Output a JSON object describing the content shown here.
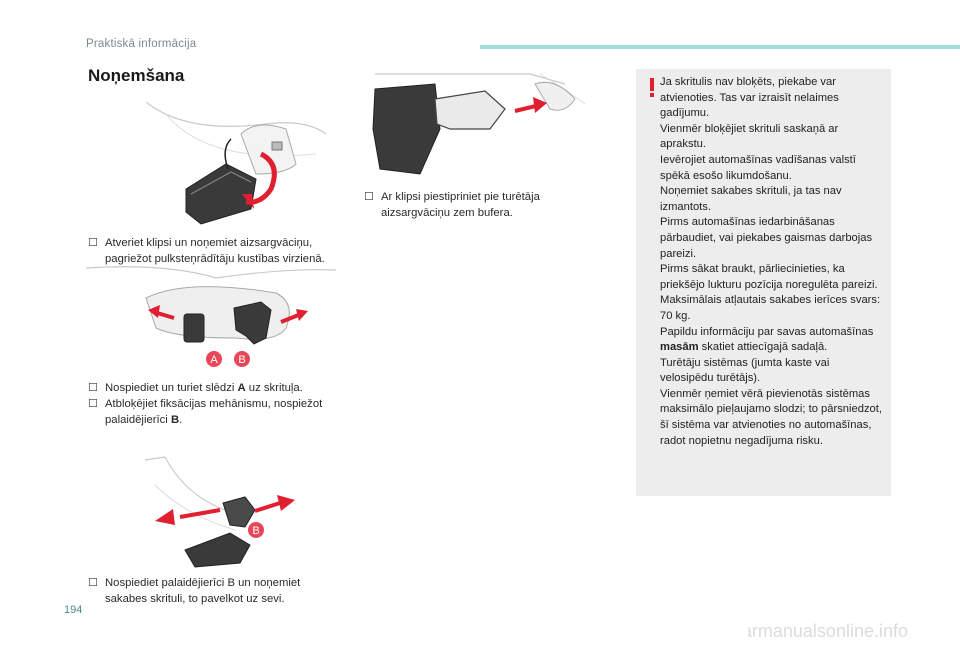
{
  "header": {
    "section": "Praktiskā informācija"
  },
  "title": "Noņemšana",
  "figures": {
    "label_a": "A",
    "label_b": "B",
    "label_b2": "B"
  },
  "step1": {
    "bullet": "",
    "text": "Atveriet klipsi un noņemiet aizsargvāciņu, pagriežot pulksteņrādītāju kustības virzienā."
  },
  "step2": {
    "items": [
      {
        "bullet": "",
        "pre": "Nospiediet un turiet slēdzi ",
        "bold": "A",
        "post": " uz skrituļa."
      },
      {
        "bullet": "",
        "pre": "Atbloķējiet fiksācijas mehānismu, nospiežot palaidējierīci ",
        "bold": "B",
        "post": "."
      }
    ]
  },
  "step3": {
    "bullet": "",
    "text": "Nospiediet palaidējierīci B un noņemiet sakabes skrituli, to pavelkot uz sevi."
  },
  "step4": {
    "bullet": "",
    "text": "Ar klipsi piestipriniet pie turētāja aizsargvāciņu zem bufera."
  },
  "warning": {
    "lines": [
      "Ja skritulis nav bloķēts, piekabe var atvienoties. Tas var izraisīt nelaimes gadījumu.",
      "Vienmēr bloķējiet skrituli saskaņā ar aprakstu.",
      "Ievērojiet automašīnas vadīšanas valstī spēkā esošo likumdošanu.",
      "Noņemiet sakabes skrituli, ja tas nav izmantots.",
      "Pirms automašīnas iedarbināšanas pārbaudiet, vai piekabes gaismas darbojas pareizi.",
      "Pirms sākat braukt, pārliecinieties, ka priekšējo lukturu pozīcija noregulēta pareizi.",
      "Maksimālais atļautais sakabes ierīces svars: 70 kg."
    ],
    "info_pre": "Papildu informāciju par savas automašīnas ",
    "info_bold": "masām",
    "info_post": " skatiet attiecīgajā sadaļā.",
    "lines2": [
      "Turētāju sistēmas (jumta kaste vai velosipēdu turētājs).",
      "Vienmēr ņemiet vērā pievienotās sistēmas maksimālo pieļaujamo slodzi; to pārsniedzot, šī sistēma var atvienoties no automašīnas, radot nopietnu negadījuma risku."
    ]
  },
  "page_number": "194",
  "watermark": "carmanualsonline.info",
  "colors": {
    "accent": "#9fe0d8",
    "arrow": "#e02030",
    "badge": "#e8475a",
    "warning_bg": "#ededed"
  }
}
